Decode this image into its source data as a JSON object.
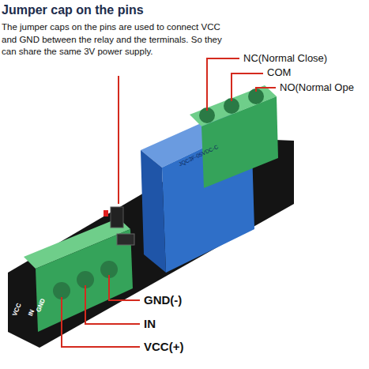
{
  "diagram": {
    "title": "Jumper cap on the pins",
    "labels": [
      "The jumper caps on the pins are used to connect VCC and GND between the relay and the terminals. So they can share the same 3V power supply.",
      "NC(Normal Close)",
      "COM",
      "NO(Normal Ope",
      "GND(-)",
      "IN",
      "VCC(+)",
      "VCC",
      "IN",
      "GND",
      "JQC3F-05VDC-C"
    ]
  }
}
